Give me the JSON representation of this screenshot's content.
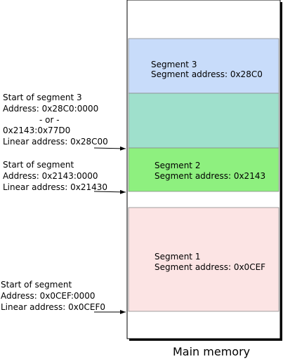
{
  "caption": "Main memory",
  "segments": {
    "s3": {
      "title": "Segment 3",
      "address": "Segment address: 0x28C0",
      "fill": "#c8dcfa"
    },
    "overlap": {
      "fill": "#9fe0cc"
    },
    "s2": {
      "title": "Segment 2",
      "address": "Segment address: 0x2143",
      "fill": "#8ef07f"
    },
    "s1": {
      "title": "Segment 1",
      "address": "Segment address: 0x0CEF",
      "fill": "#fce4e4"
    }
  },
  "annotations": {
    "seg3": {
      "l1": "Start of segment 3",
      "l2": "Address:  0x28C0:0000",
      "l3": "- or -",
      "l4": "0x2143:0x77D0",
      "l5": "Linear address: 0x28C00"
    },
    "seg2": {
      "l1": "Start of segment",
      "l2": "Address: 0x2143:0000",
      "l3": "Linear address: 0x21430"
    },
    "seg1": {
      "l1": "Start of segment",
      "l2": "Address: 0x0CEF:0000",
      "l3": "Linear address: 0x0CEF0"
    }
  }
}
